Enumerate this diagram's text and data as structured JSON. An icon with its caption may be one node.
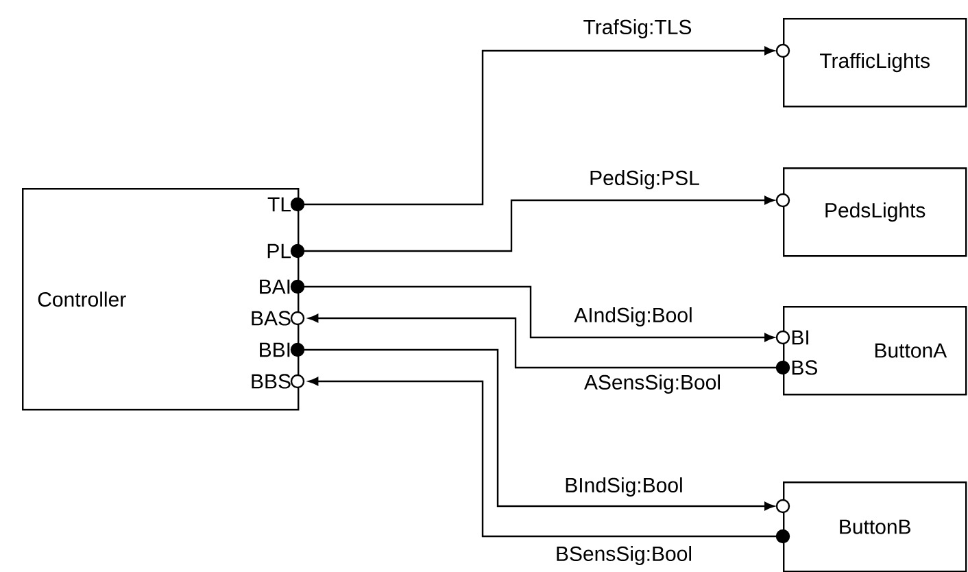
{
  "diagram": {
    "nodes": [
      {
        "text": [
          "Controller"
        ]
      },
      {
        "text": [
          "TL"
        ],
        "in": 0
      },
      {
        "text": [
          "PL"
        ],
        "in": 0
      },
      {
        "text": [
          "BAI"
        ],
        "in": 0
      },
      {
        "text": [
          "BAS"
        ],
        "in": 0
      },
      {
        "text": [
          "BBI"
        ],
        "in": 0
      },
      {
        "text": [
          "BBS"
        ],
        "in": 0
      },
      {
        "text": [
          "TrafficLights"
        ]
      },
      {
        "text": [
          "PedsLights"
        ]
      },
      {
        "text": [
          "ButtonA"
        ]
      },
      {
        "text": [
          "BI"
        ],
        "in": 9
      },
      {
        "text": [
          "BS"
        ],
        "in": 9
      },
      {
        "text": [
          "ButtonB"
        ]
      }
    ],
    "edges": [
      {
        "from": 1,
        "to": 7,
        "arrow": "to",
        "label": "TrafSig:TLS"
      },
      {
        "from": 2,
        "to": 8,
        "arrow": "to",
        "label": "PedSig:PSL"
      },
      {
        "from": 3,
        "to": 10,
        "arrow": "to",
        "label": "AIndSig:Bool"
      },
      {
        "from": 11,
        "to": 4,
        "arrow": "to",
        "label": "ASensSig:Bool"
      },
      {
        "from": 5,
        "to": 12,
        "arrow": "to",
        "label": "BIndSig:Bool"
      },
      {
        "from": 12,
        "to": 6,
        "arrow": "to",
        "label": "BSensSig:Bool"
      }
    ]
  }
}
